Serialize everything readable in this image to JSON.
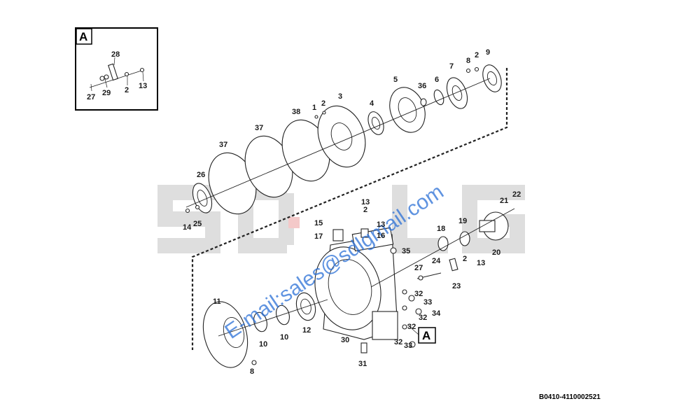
{
  "diagram": {
    "logo_text": "SDLG",
    "watermark": "E-mail:sales@sdlgmail.com",
    "drawing_code": "B0410-4110002521",
    "detail_view_label": "A",
    "callout_label": "A",
    "detail_labels": [
      "28",
      "27",
      "29",
      "2",
      "13"
    ],
    "upper_labels": [
      "1",
      "2",
      "3",
      "4",
      "5",
      "36",
      "6",
      "7",
      "8",
      "2",
      "9",
      "38",
      "37",
      "37",
      "26",
      "14",
      "25"
    ],
    "mid_labels": [
      "13",
      "2",
      "15",
      "17",
      "13",
      "16",
      "35",
      "18",
      "19",
      "22",
      "21",
      "20",
      "2",
      "13",
      "24",
      "27",
      "23"
    ],
    "lower_labels": [
      "11",
      "10",
      "10",
      "12",
      "30",
      "32",
      "33",
      "32",
      "34",
      "32",
      "33",
      "32",
      "31",
      "8"
    ]
  },
  "colors": {
    "line": "#222222",
    "logo": "#dedede",
    "logo_accent": "#f4c9c9",
    "watermark": "#2a6fd6"
  }
}
